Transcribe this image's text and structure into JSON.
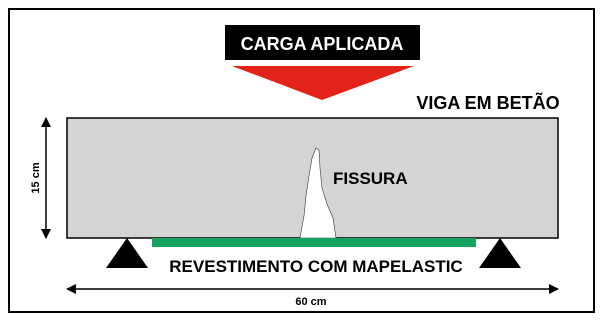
{
  "load_label": "CARGA APLICADA",
  "beam_label": "VIGA EM BETÃO",
  "crack_label": "FISSURA",
  "coating_label": "REVESTIMENTO COM MAPELASTIC",
  "height_dimension": "15 cm",
  "length_dimension": "60 cm",
  "colors": {
    "frame": "#000000",
    "label_box": "#000000",
    "label_text": "#ffffff",
    "arrow": "#e32219",
    "beam_fill": "#d4d4d4",
    "beam_stroke": "#000000",
    "coating": "#16a35e",
    "crack": "#ffffff",
    "support": "#000000"
  }
}
